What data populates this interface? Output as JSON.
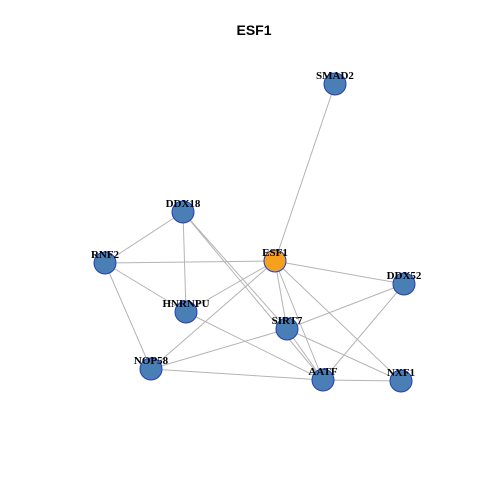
{
  "title": "ESF1",
  "colors": {
    "node_default": "#4a7fb5",
    "node_highlight": "#f7a01e",
    "node_border": "#1f3fbf",
    "edge": "#b4b4b4"
  },
  "nodes": [
    {
      "id": "SMAD2",
      "label": "SMAD2",
      "highlight": false
    },
    {
      "id": "DDX18",
      "label": "DDX18",
      "highlight": false
    },
    {
      "id": "ESF1",
      "label": "ESF1",
      "highlight": true
    },
    {
      "id": "RNF2",
      "label": "RNF2",
      "highlight": false
    },
    {
      "id": "DDX52",
      "label": "DDX52",
      "highlight": false
    },
    {
      "id": "HNRNPU",
      "label": "HNRNPU",
      "highlight": false
    },
    {
      "id": "SIRT7",
      "label": "SIRT7",
      "highlight": false
    },
    {
      "id": "NOP58",
      "label": "NOP58",
      "highlight": false
    },
    {
      "id": "AATF",
      "label": "AATF",
      "highlight": false
    },
    {
      "id": "NXF1",
      "label": "NXF1",
      "highlight": false
    }
  ],
  "edges": [
    [
      "ESF1",
      "SMAD2"
    ],
    [
      "ESF1",
      "RNF2"
    ],
    [
      "ESF1",
      "DDX52"
    ],
    [
      "ESF1",
      "HNRNPU"
    ],
    [
      "ESF1",
      "NOP58"
    ],
    [
      "ESF1",
      "SIRT7"
    ],
    [
      "ESF1",
      "AATF"
    ],
    [
      "ESF1",
      "NXF1"
    ],
    [
      "DDX18",
      "RNF2"
    ],
    [
      "DDX18",
      "HNRNPU"
    ],
    [
      "DDX18",
      "SIRT7"
    ],
    [
      "DDX18",
      "AATF"
    ],
    [
      "RNF2",
      "NOP58"
    ],
    [
      "RNF2",
      "HNRNPU"
    ],
    [
      "HNRNPU",
      "AATF"
    ],
    [
      "NOP58",
      "SIRT7"
    ],
    [
      "NOP58",
      "AATF"
    ],
    [
      "SIRT7",
      "AATF"
    ],
    [
      "SIRT7",
      "DDX52"
    ],
    [
      "SIRT7",
      "NXF1"
    ],
    [
      "DDX52",
      "AATF"
    ],
    [
      "AATF",
      "NXF1"
    ]
  ]
}
